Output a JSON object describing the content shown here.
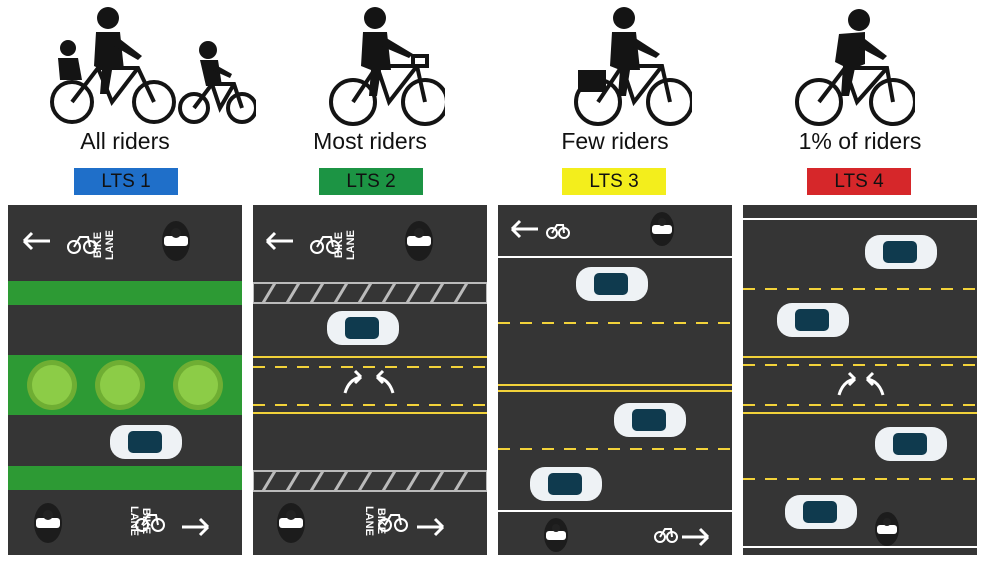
{
  "colors": {
    "road": "#353535",
    "green_lane": "#2d9a34",
    "yellow_line": "#f2d23a",
    "white_line": "#ffffff",
    "car_body": "#eef2f5",
    "car_glass": "#0f3a4e",
    "silhouette": "#141414",
    "tree": "#7cbf3c"
  },
  "columns": [
    {
      "title": "All riders",
      "badge": "LTS 1",
      "badge_color": "#1f6fc9"
    },
    {
      "title": "Most riders",
      "badge": "LTS 2",
      "badge_color": "#1c9444"
    },
    {
      "title": "Few riders",
      "badge": "LTS 3",
      "badge_color": "#f3ee1c"
    },
    {
      "title": "1% of riders",
      "badge": "LTS 4",
      "badge_color": "#d6272a"
    }
  ],
  "lane_marking": {
    "line1": "BIKE",
    "line2": "LANE"
  },
  "icons": {
    "arrow": "arrow-icon",
    "bicycle": "bicycle-icon",
    "turn": "turn-arrow-icon",
    "car": "car-icon",
    "cyclist": "cyclist-icon",
    "tree": "tree-icon"
  }
}
